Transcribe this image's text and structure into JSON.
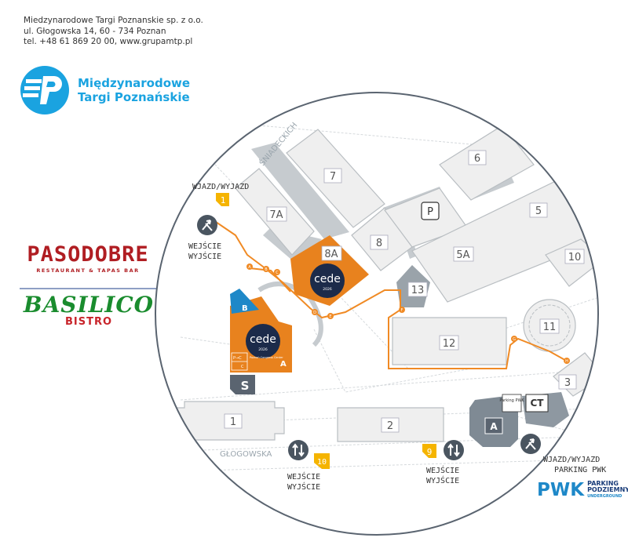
{
  "company": {
    "address_lines": [
      "Miedzynarodowe Targi Poznanskie sp. z o.o.",
      "ul. Głogowska 14, 60 - 734 Poznan",
      "tel. +48 61 869 20 00, www.grupamtp.pl"
    ],
    "logo_line1": "Międzynarodowe",
    "logo_line2": "Targi Poznańskie",
    "brand_color": "#1aa3e0"
  },
  "restaurants": {
    "pasodobre_name": "PASODOBRE",
    "pasodobre_sub": "RESTAURANT & TAPAS BAR",
    "basilico_name": "BASILICO",
    "basilico_sub": "BISTRO"
  },
  "map": {
    "street_top": "ŚNIADECKICH",
    "street_bottom": "GŁOGOWSKA",
    "buildings": [
      "1",
      "2",
      "3",
      "5",
      "5A",
      "6",
      "7",
      "7A",
      "8",
      "8A",
      "10",
      "11",
      "12",
      "13"
    ],
    "venue_logo_large": "cede",
    "venue_logo_sub": "2026",
    "venue_small_text": "Poznań Congress Center",
    "entrance_letters": [
      "A",
      "B",
      "C",
      "D",
      "E",
      "F",
      "G",
      "H"
    ],
    "hall_letters": [
      "B",
      "A"
    ],
    "room_labels": [
      "P→C",
      "C"
    ],
    "markers": {
      "gate1": "1",
      "gate9": "9",
      "gate10": "10",
      "parking_p": "P",
      "parking_s": "S",
      "parking_a": "A",
      "ct": "CT",
      "parking_pwk_label": "Parking PWK"
    },
    "labels": {
      "wjazd_top": "WJAZD/WYJAZD",
      "wejscie": "WEJŚCIE",
      "wyjscie": "WYJŚCIE",
      "wjazd_pwk": "WJAZD/WYJAZD",
      "parking_pwk": "PARKING PWK"
    },
    "colors": {
      "orange": "#e8821e",
      "route": "#f08a24",
      "yellow": "#f5b400",
      "navy": "#1c2b4a",
      "building": "#ededed",
      "road": "#c9ced2",
      "dark": "#5a6470"
    }
  },
  "pwk": {
    "big": "PWK",
    "line1": "PARKING",
    "line2": "PODZIEMNY",
    "line3": "UNDERGROUND"
  }
}
